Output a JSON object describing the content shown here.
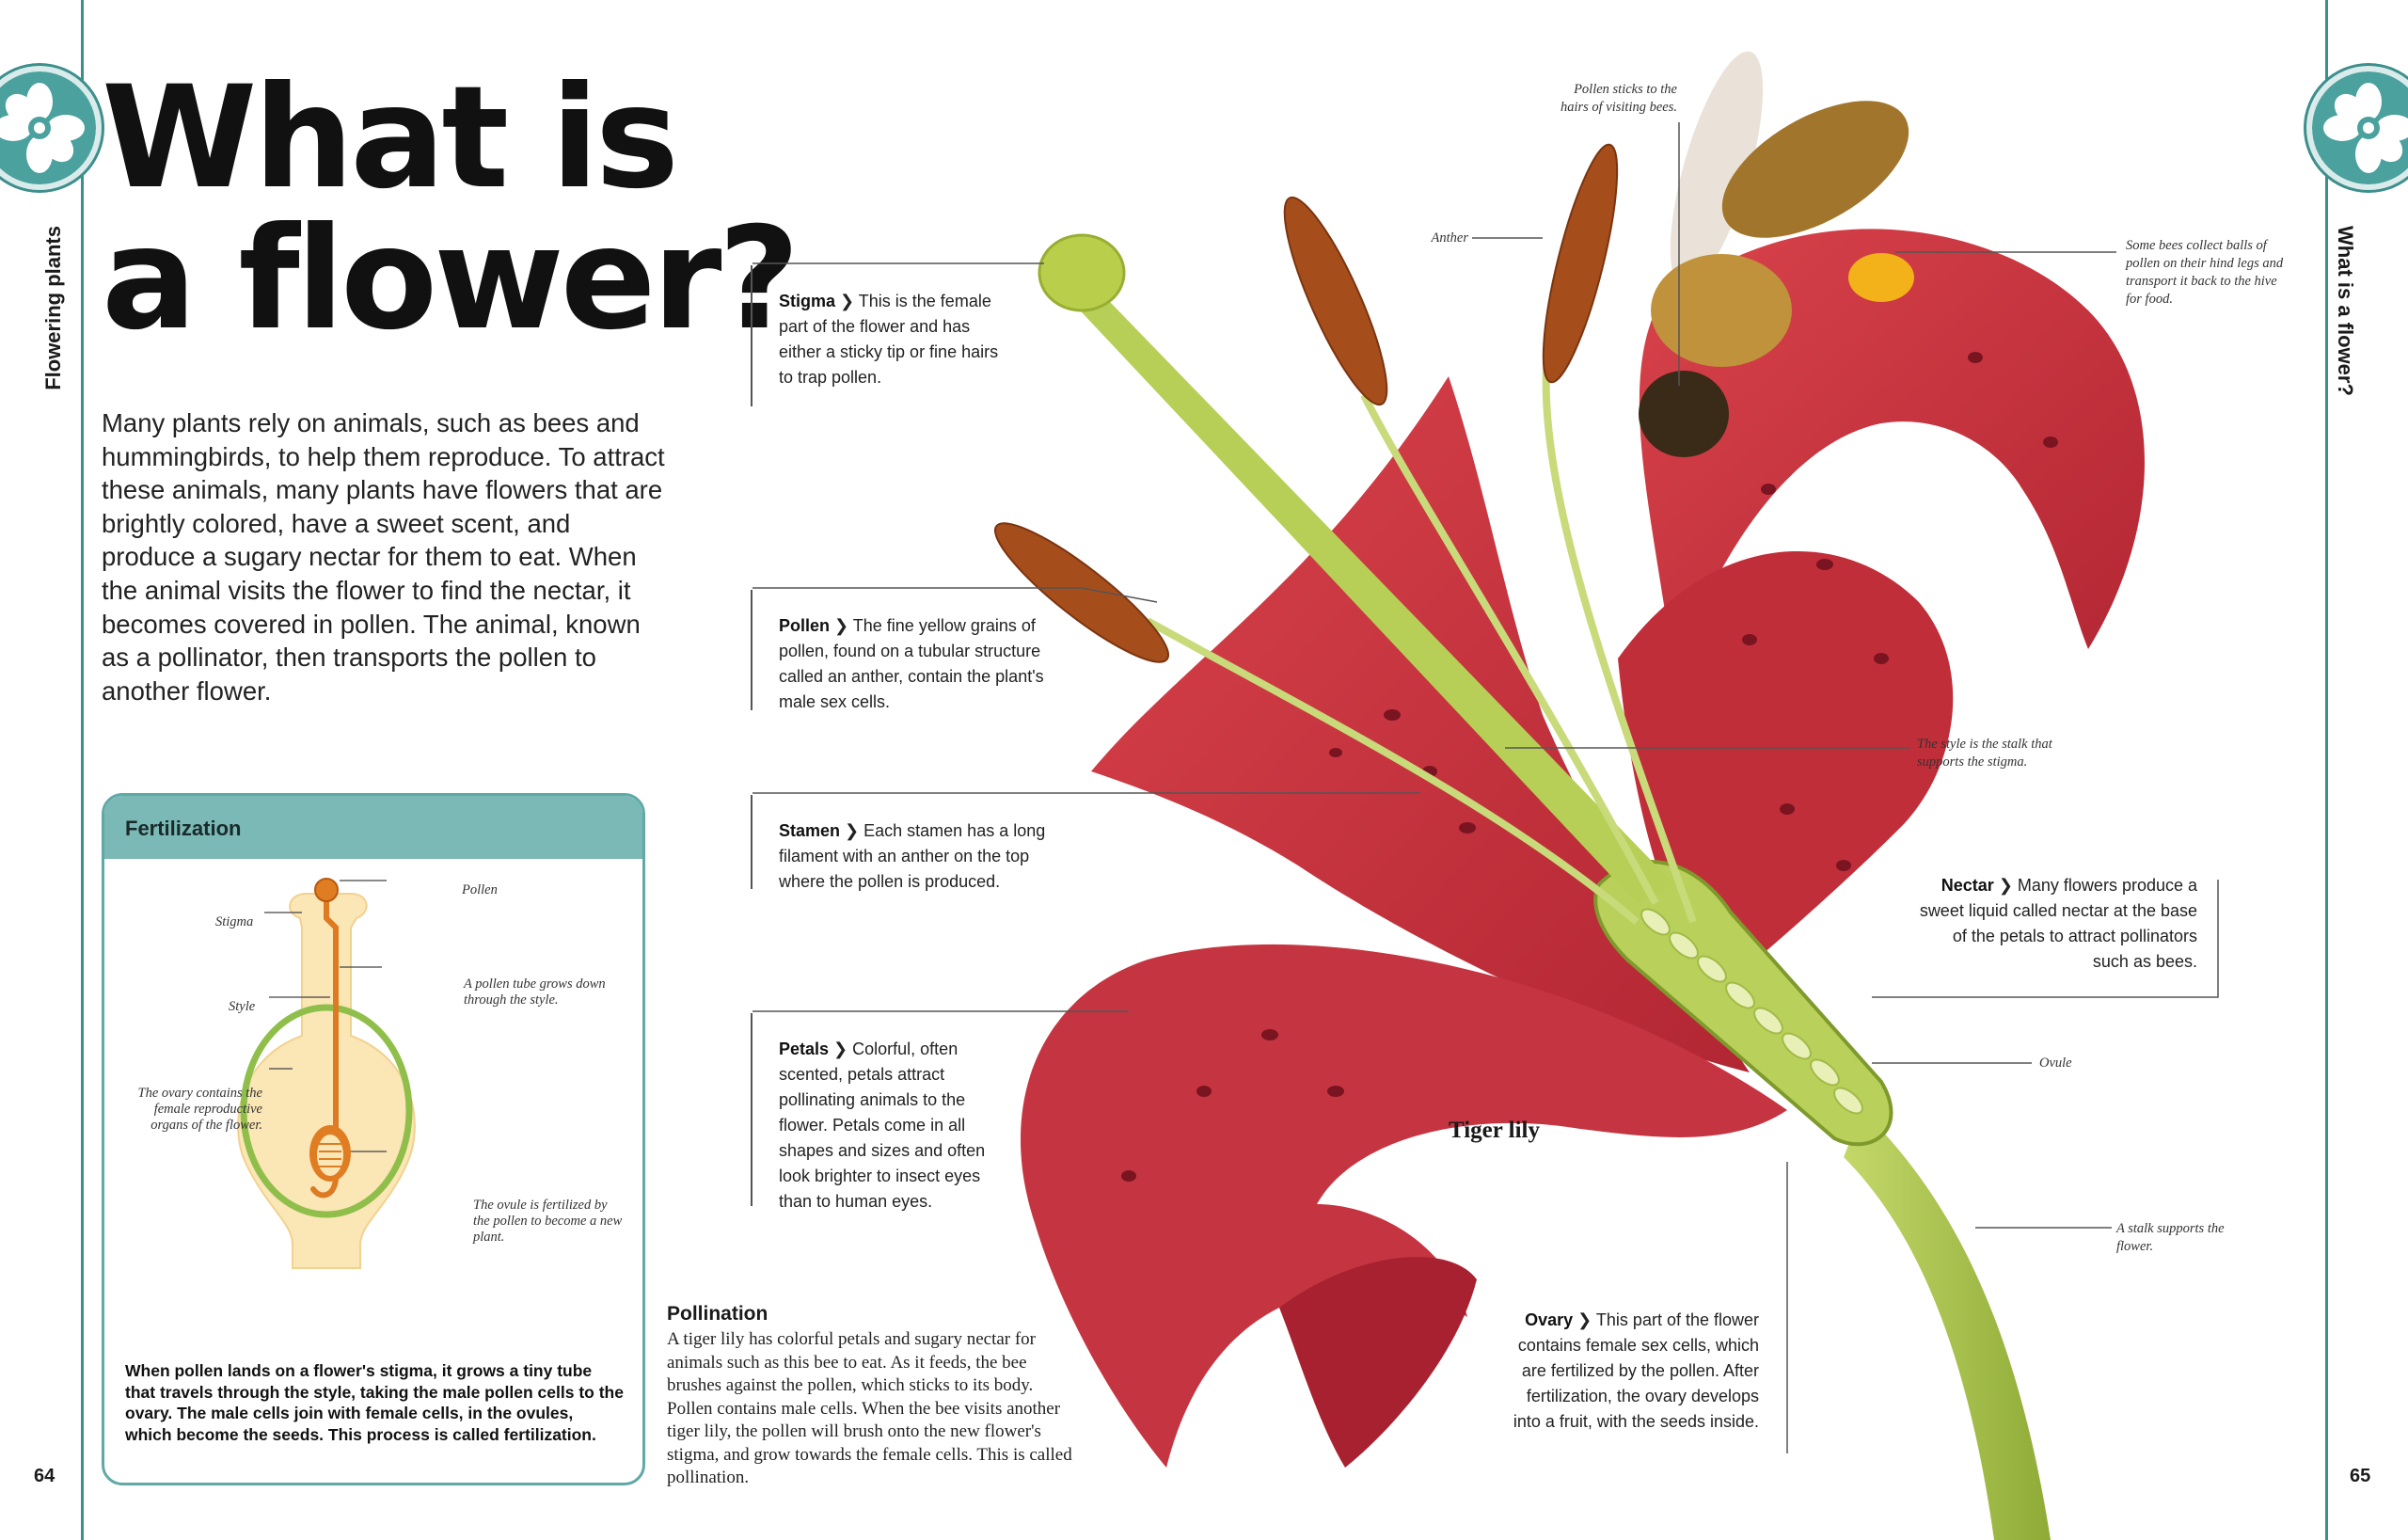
{
  "page": {
    "title_line1": "What is",
    "title_line2": "a flower?",
    "left_tab": "Flowering plants",
    "right_tab": "What is a flower?",
    "left_page_number": "64",
    "right_page_number": "65",
    "intro": "Many plants rely on animals, such as bees and hummingbirds, to help them reproduce. To attract these animals, many plants have flowers that are brightly colored, have a sweet scent, and produce a sugary nectar for them to eat. When the animal visits the flower to find the nectar, it becomes covered in pollen. The animal, known as a pollinator, then transports the pollen to another flower."
  },
  "fertilization": {
    "heading": "Fertilization",
    "labels": {
      "pollen": "Pollen",
      "stigma": "Stigma",
      "style": "Style",
      "pollen_tube": "A pollen tube grows down through the style.",
      "ovary": "The ovary contains the female reproductive organs of the flower.",
      "ovule": "The ovule is fertilized by the pollen to become a new plant."
    },
    "text": "When pollen lands on a flower's stigma, it grows a tiny tube that travels through the style, taking the male pollen cells to the ovary. The male cells join with female cells, in the ovules, which become the seeds. This process is called fertilization."
  },
  "callouts": {
    "stigma": {
      "term": "Stigma",
      "text": "This is the female part of the flower and has either a sticky tip or fine hairs to trap pollen."
    },
    "pollen": {
      "term": "Pollen",
      "text": "The fine yellow grains of pollen, found on a tubular structure called an anther, contain the plant's male sex cells."
    },
    "stamen": {
      "term": "Stamen",
      "text": "Each stamen has a long filament with an anther on the top where the pollen is produced."
    },
    "petals": {
      "term": "Petals",
      "text": "Colorful, often scented, petals attract pollinating animals to the flower. Petals come in all shapes and sizes and often look brighter to insect eyes than to human eyes."
    },
    "nectar": {
      "term": "Nectar",
      "text": "Many flowers produce a sweet liquid called nectar at the base of the petals to attract pollinators such as bees."
    },
    "ovary": {
      "term": "Ovary",
      "text": "This part of the flower contains female sex cells, which are fertilized by the pollen. After fertilization, the ovary develops into a fruit, with the seeds inside."
    }
  },
  "notes": {
    "pollen_sticks": "Pollen sticks to the hairs of visiting bees.",
    "anther": "Anther",
    "bees_collect": "Some bees collect balls of pollen on their hind legs and transport it back to the hive for food.",
    "style_stalk": "The style is the stalk that supports the stigma.",
    "ovule": "Ovule",
    "stalk": "A stalk supports the flower."
  },
  "flower_label": "Tiger lily",
  "pollination": {
    "title": "Pollination",
    "text": "A tiger lily has colorful petals and sugary nectar for animals such as this bee to eat. As it feeds, the bee brushes against the pollen, which sticks to its body. Pollen contains male cells. When the bee visits another tiger lily, the pollen will brush onto the new flower's stigma, and grow towards the female cells. This is called pollination."
  },
  "colors": {
    "teal": "#3d8f8c",
    "teal_light": "#7ab9b6",
    "petal_red": "#c7333d",
    "stem_green": "#a9c44e",
    "anther_brown": "#a64e1b",
    "pollen_yellow": "#f3b21a"
  }
}
